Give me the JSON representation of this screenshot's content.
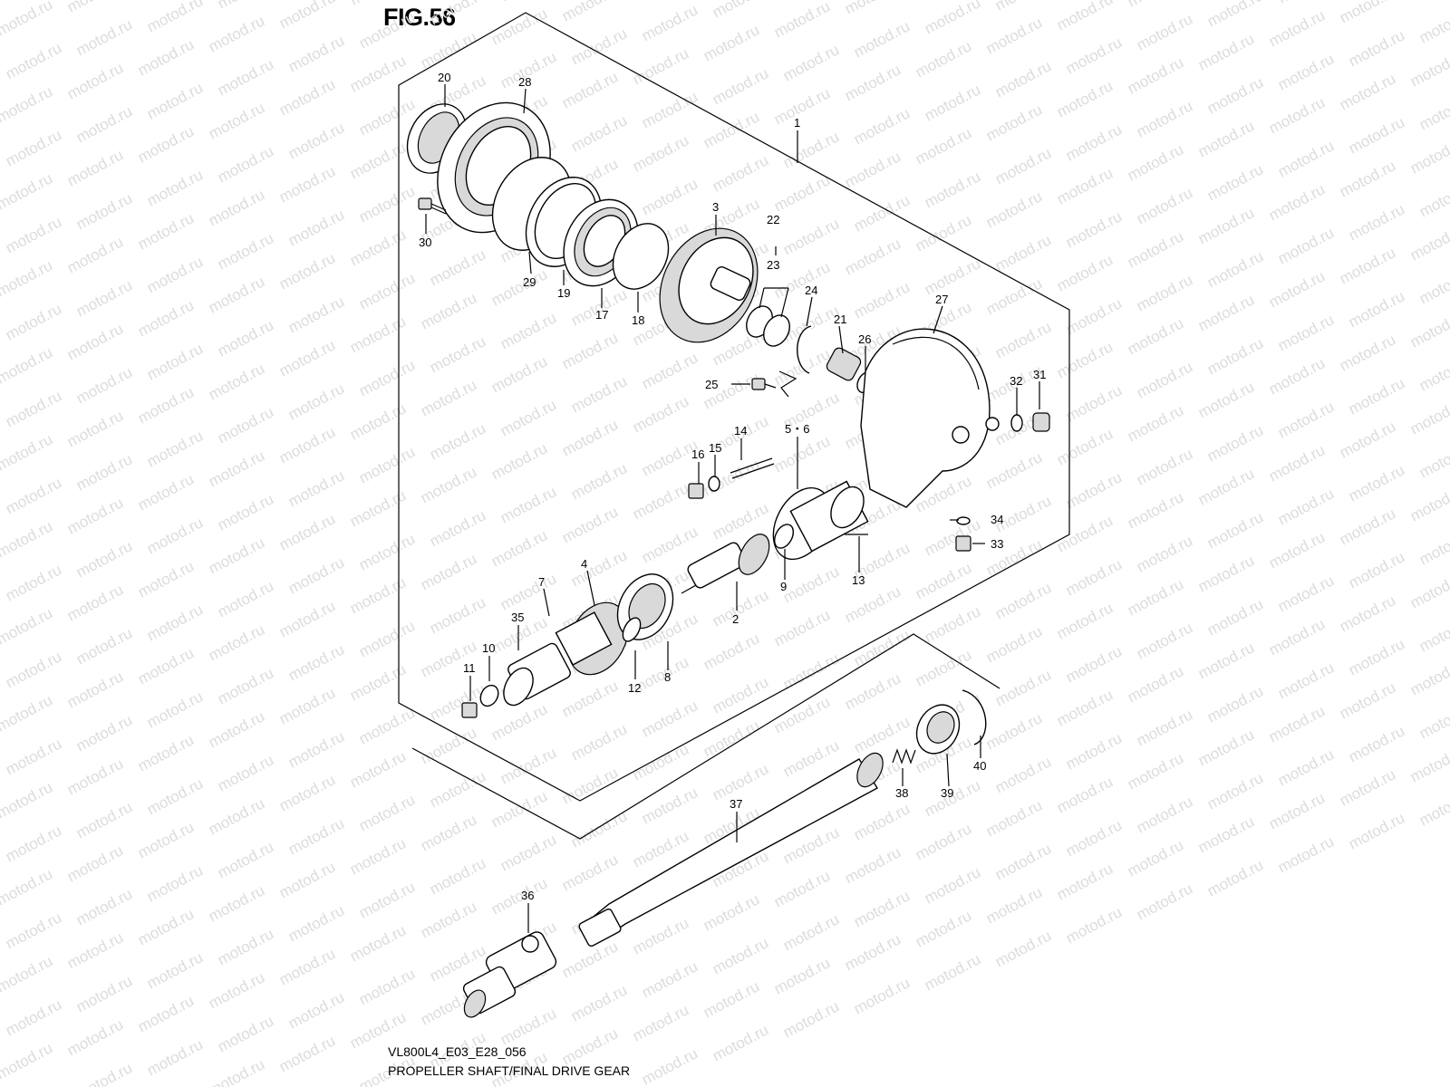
{
  "figure": {
    "title": "FIG.56",
    "code": "VL800L4_E03_E28_056",
    "caption": "PROPELLER SHAFT/FINAL DRIVE GEAR"
  },
  "watermark": {
    "text": "motod.ru"
  },
  "callouts": [
    {
      "id": "20",
      "label": "20"
    },
    {
      "id": "28",
      "label": "28"
    },
    {
      "id": "1",
      "label": "1"
    },
    {
      "id": "30",
      "label": "30"
    },
    {
      "id": "29",
      "label": "29"
    },
    {
      "id": "19",
      "label": "19"
    },
    {
      "id": "17",
      "label": "17"
    },
    {
      "id": "18",
      "label": "18"
    },
    {
      "id": "3",
      "label": "3"
    },
    {
      "id": "22",
      "label": "22"
    },
    {
      "id": "23",
      "label": "23"
    },
    {
      "id": "24",
      "label": "24"
    },
    {
      "id": "21",
      "label": "21"
    },
    {
      "id": "26",
      "label": "26"
    },
    {
      "id": "27",
      "label": "27"
    },
    {
      "id": "25",
      "label": "25"
    },
    {
      "id": "32",
      "label": "32"
    },
    {
      "id": "31",
      "label": "31"
    },
    {
      "id": "14",
      "label": "14"
    },
    {
      "id": "15",
      "label": "15"
    },
    {
      "id": "16",
      "label": "16"
    },
    {
      "id": "5-6",
      "label": "5・6"
    },
    {
      "id": "34",
      "label": "34"
    },
    {
      "id": "33",
      "label": "33"
    },
    {
      "id": "4",
      "label": "4"
    },
    {
      "id": "7",
      "label": "7"
    },
    {
      "id": "9",
      "label": "9"
    },
    {
      "id": "13",
      "label": "13"
    },
    {
      "id": "35",
      "label": "35"
    },
    {
      "id": "2",
      "label": "2"
    },
    {
      "id": "10",
      "label": "10"
    },
    {
      "id": "11",
      "label": "11"
    },
    {
      "id": "12",
      "label": "12"
    },
    {
      "id": "8",
      "label": "8"
    },
    {
      "id": "40",
      "label": "40"
    },
    {
      "id": "38",
      "label": "38"
    },
    {
      "id": "39",
      "label": "39"
    },
    {
      "id": "37",
      "label": "37"
    },
    {
      "id": "36",
      "label": "36"
    }
  ]
}
